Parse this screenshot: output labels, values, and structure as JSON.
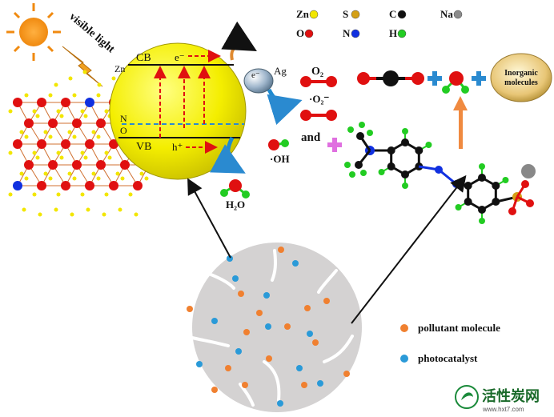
{
  "light": {
    "label": "visible light"
  },
  "bands": {
    "cb": "CB",
    "vb": "VB",
    "electron": "e⁻",
    "hole": "h⁺",
    "zn": "Zn",
    "n": "N",
    "o": "O",
    "ag": "Ag",
    "ag_electron": "e⁻"
  },
  "products": {
    "o2": "O₂",
    "superoxide": "·O₂⁻",
    "and_word": "and",
    "oh": "·OH",
    "h2o": "H₂O",
    "inorganic_line1": "Inorganic",
    "inorganic_line2": "molecules"
  },
  "atom_legend": [
    {
      "symbol": "Zn",
      "color": "#f2e600"
    },
    {
      "symbol": "S",
      "color": "#d4a017"
    },
    {
      "symbol": "C",
      "color": "#111111"
    },
    {
      "symbol": "Na",
      "color": "#8c8c8c"
    },
    {
      "symbol": "O",
      "color": "#e01010"
    },
    {
      "symbol": "N",
      "color": "#1030e0"
    },
    {
      "symbol": "H",
      "color": "#22cc22"
    }
  ],
  "particle_legend": [
    {
      "label": "pollutant molecule",
      "color": "#f08030"
    },
    {
      "label": "photocatalyst",
      "color": "#2a9ad8"
    }
  ],
  "watermark": {
    "title": "活性炭网",
    "url": "www.hxt7.com"
  }
}
